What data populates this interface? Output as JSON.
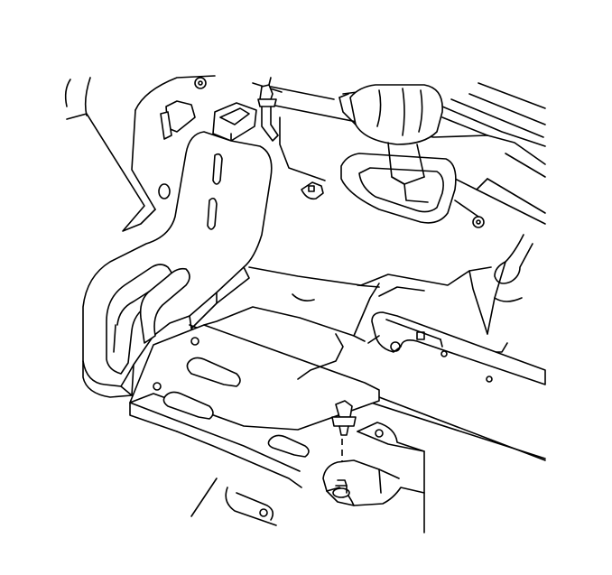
{
  "figure": {
    "kind": "line-art-exploded-view",
    "background_color": "#ffffff",
    "line_color": "#000000",
    "parts": [
      {
        "id": "carpet-panel",
        "icon": "carpet-outline"
      },
      {
        "id": "floor-console-bracket",
        "icon": "bracket-outline"
      },
      {
        "id": "shifter-boot",
        "icon": "boot-outline"
      },
      {
        "id": "floor-pan",
        "icon": "floor-outline"
      },
      {
        "id": "seat-rail",
        "icon": "rail-outline"
      },
      {
        "id": "push-pin-retainer-top",
        "icon": "push-pin-icon"
      },
      {
        "id": "push-pin-retainer-lower",
        "icon": "push-pin-icon"
      },
      {
        "id": "lower-mount-bracket",
        "icon": "bracket-outline"
      },
      {
        "id": "lower-bolt",
        "icon": "bolt-icon"
      }
    ]
  }
}
